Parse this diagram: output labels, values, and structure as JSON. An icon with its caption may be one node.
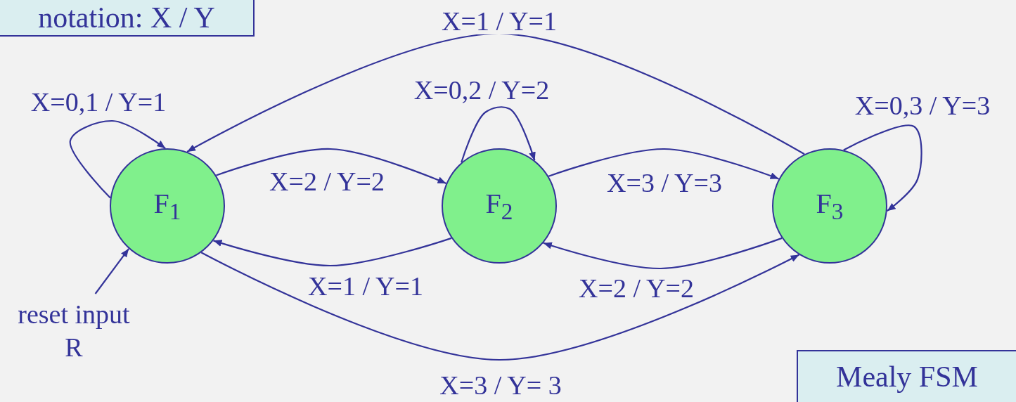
{
  "diagram": {
    "nodes": [
      {
        "text": [
          "F$_{1}$"
        ]
      },
      {
        "text": [
          "F$_{2}$"
        ]
      },
      {
        "text": [
          "F$_{3}$"
        ]
      },
      {
        "text": [
          "reset input R"
        ]
      },
      {
        "text": [
          "notation: X / Y"
        ]
      },
      {
        "text": [
          "Mealy FSM"
        ]
      }
    ],
    "edges": [
      {
        "from": 0,
        "to": 0,
        "arrow": "to",
        "label": "X=0,1 / Y=1"
      },
      {
        "from": 0,
        "to": 1,
        "arrow": "to",
        "label": "X=2 / Y=2"
      },
      {
        "from": 1,
        "to": 0,
        "arrow": "to",
        "label": "X=1 / Y=1"
      },
      {
        "from": 1,
        "to": 1,
        "arrow": "to",
        "label": "X=0,2 / Y=2"
      },
      {
        "from": 1,
        "to": 2,
        "arrow": "to",
        "label": "X=3 / Y=3"
      },
      {
        "from": 2,
        "to": 1,
        "arrow": "to",
        "label": "X=2 / Y=2"
      },
      {
        "from": 2,
        "to": 2,
        "arrow": "to",
        "label": "X=0,3 / Y=3"
      },
      {
        "from": 2,
        "to": 0,
        "arrow": "to",
        "label": "X=1 / Y=1"
      },
      {
        "from": 0,
        "to": 2,
        "arrow": "to",
        "label": "X=3 / Y= 3"
      },
      {
        "from": 3,
        "to": 0,
        "arrow": "to"
      }
    ]
  }
}
